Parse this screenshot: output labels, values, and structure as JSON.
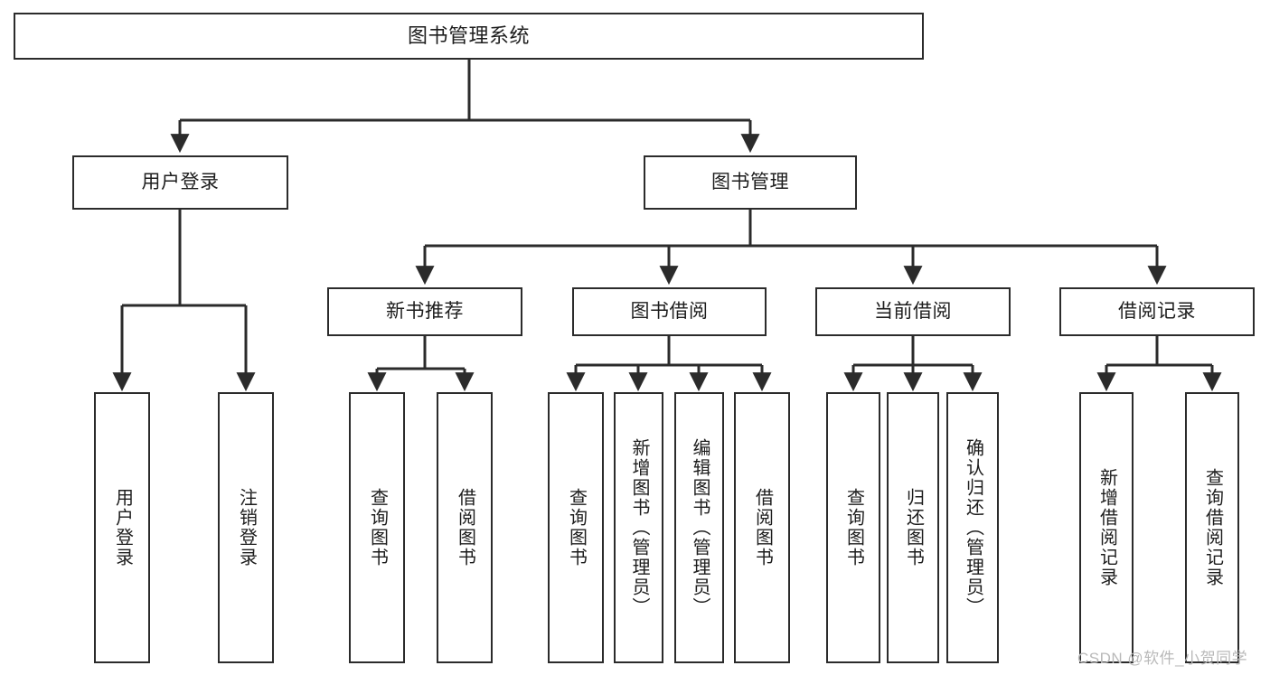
{
  "diagram": {
    "type": "tree",
    "title": "图书管理系统",
    "colors": {
      "box_border": "#2b2b2b",
      "box_fill": "#ffffff",
      "line": "#2b2b2b",
      "text": "#1d1d1d",
      "watermark": "#b9b9b9",
      "background": "#ffffff"
    },
    "nodes": {
      "root": {
        "label": "图书管理系统"
      },
      "level2": [
        {
          "label": "用户登录"
        },
        {
          "label": "图书管理"
        }
      ],
      "level3": [
        {
          "label": "新书推荐"
        },
        {
          "label": "图书借阅"
        },
        {
          "label": "当前借阅"
        },
        {
          "label": "借阅记录"
        }
      ],
      "leaves": {
        "user_login": [
          {
            "label": "用户登录"
          },
          {
            "label": "注销登录"
          }
        ],
        "new_book_recommend": [
          {
            "label": "查询图书"
          },
          {
            "label": "借阅图书"
          }
        ],
        "book_borrow": [
          {
            "label": "查询图书"
          },
          {
            "label": "新增图书（管理员）"
          },
          {
            "label": "编辑图书（管理员）"
          },
          {
            "label": "借阅图书"
          }
        ],
        "current_borrow": [
          {
            "label": "查询图书"
          },
          {
            "label": "归还图书"
          },
          {
            "label": "确认归还（管理员）"
          }
        ],
        "borrow_record": [
          {
            "label": "新增借阅记录"
          },
          {
            "label": "查询借阅记录"
          }
        ]
      }
    },
    "watermark": "CSDN @软件_小贺同学"
  }
}
